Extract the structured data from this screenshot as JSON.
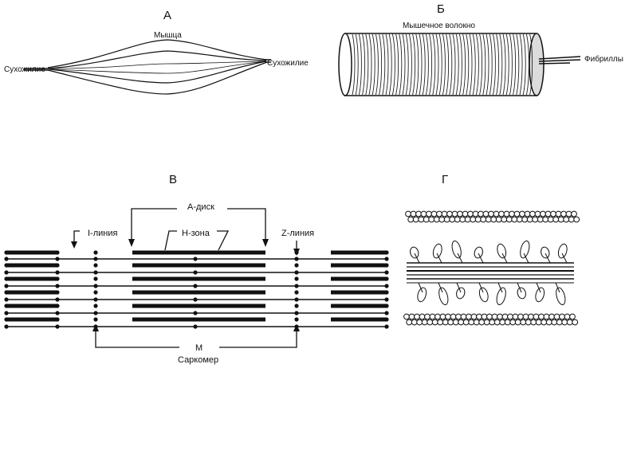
{
  "panels": {
    "a": {
      "letter": "А",
      "muscle_label": "Мышца",
      "tendon_left": "Сухожилие",
      "tendon_right": "Сухожилие"
    },
    "b": {
      "letter": "Б",
      "fiber_label": "Мышечное волокно",
      "fibrils_label": "Фибриллы"
    },
    "v": {
      "letter": "В",
      "a_disk": "А-диск",
      "h_zone": "Н-зона",
      "i_line": "I-линия",
      "z_line": "Z-линия",
      "m_label": "М",
      "sarcomere": "Саркомер"
    },
    "g": {
      "letter": "Г"
    }
  },
  "colors": {
    "ink": "#111111",
    "background": "#ffffff"
  }
}
